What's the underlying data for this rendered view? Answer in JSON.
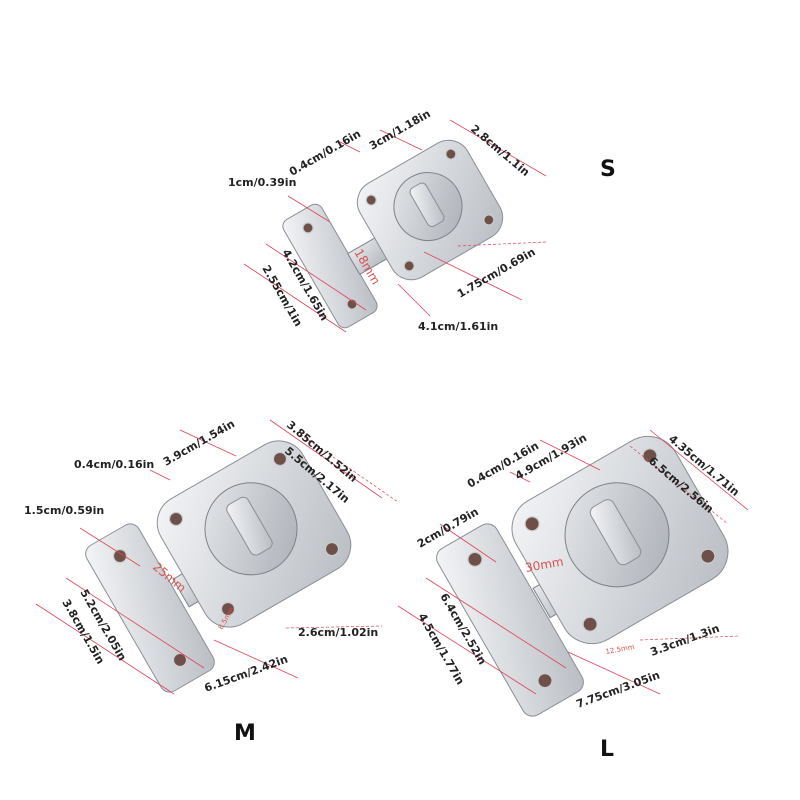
{
  "sizes": {
    "s": {
      "label": "S",
      "inner_mm": "18mm",
      "dims": {
        "gap": "0.4cm/0.16in",
        "bolt": "3cm/1.18in",
        "plate_w": "2.8cm/1.1in",
        "strike_w": "1cm/0.39in",
        "strike_len": "4.2cm/1.65in",
        "strike_holes": "2.55cm/1in",
        "holes_small": "1.75cm/0.69in",
        "total": "4.1cm/1.61in"
      }
    },
    "m": {
      "label": "M",
      "inner_mm": "25mm",
      "tiny_mm": "8.5mm",
      "dims": {
        "gap": "0.4cm/0.16in",
        "bolt": "3.9cm/1.54in",
        "plate_w": "3.85cm/1.52in",
        "plate_h": "5.5cm/2.17in",
        "strike_w": "1.5cm/0.59in",
        "strike_len": "5.2cm/2.05in",
        "strike_holes": "3.8cm/1.5in",
        "holes_small": "2.6cm/1.02in",
        "total": "6.15cm/2.42in"
      }
    },
    "l": {
      "label": "L",
      "inner_mm": "30mm",
      "tiny_mm": "12.5mm",
      "dims": {
        "gap": "0.4cm/0.16in",
        "bolt": "4.9cm/1.93in",
        "plate_w": "4.35cm/1.71in",
        "plate_h": "6.5cm/2.56in",
        "strike_w": "2cm/0.79in",
        "strike_len": "6.4cm/2.52in",
        "strike_holes": "4.5cm/1.77in",
        "holes_small": "3.3cm/1.3in",
        "total": "7.75cm/3.05in"
      }
    }
  }
}
